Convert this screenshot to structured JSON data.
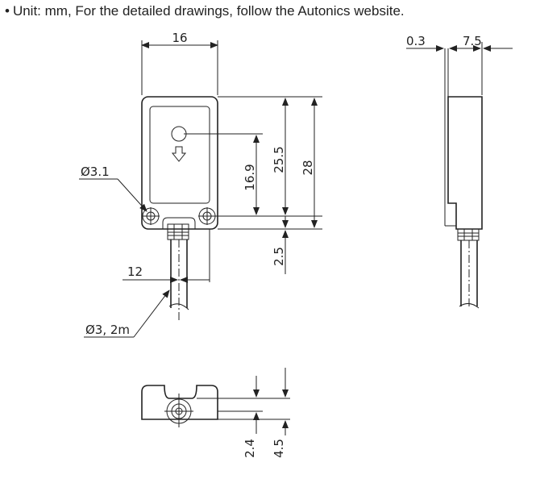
{
  "header": {
    "bullet": "•",
    "text": "Unit: mm, For the detailed drawings, follow the Autonics website."
  },
  "front_view": {
    "width": "16",
    "height_a": "16.9",
    "height_b": "25.5",
    "height_c": "28",
    "offset_bottom": "2.5",
    "hole_dia": "Ø3.1",
    "cable_offset": "12",
    "cable": "Ø3, 2m"
  },
  "side_view": {
    "thickness_a": "0.3",
    "thickness_b": "7.5"
  },
  "bottom_view": {
    "height_a": "2.4",
    "height_b": "4.5"
  }
}
